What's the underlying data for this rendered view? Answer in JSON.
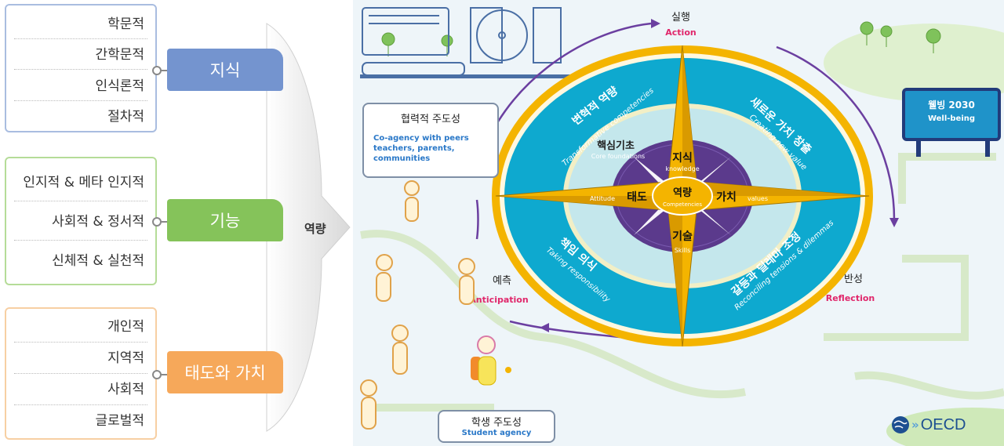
{
  "left_panel": {
    "groups": [
      {
        "tag": "지식",
        "color": "#7494cf",
        "border": "#a9bde0",
        "items": [
          "학문적",
          "간학문적",
          "인식론적",
          "절차적"
        ]
      },
      {
        "tag": "기능",
        "color": "#85c35a",
        "border": "#b5dc98",
        "items": [
          "인지적 & 메타 인지적",
          "사회적 & 정서적",
          "신체적 & 실천적"
        ]
      },
      {
        "tag": "태도와 가치",
        "color": "#f6a85a",
        "border": "#f7cfa3",
        "items": [
          "개인적",
          "지역적",
          "사회적",
          "글로벌적"
        ]
      }
    ],
    "arrow_label": "역량"
  },
  "compass": {
    "center_ko": "역량",
    "center_en": "Competencies",
    "north_ko": "지식",
    "north_en": "knowledge",
    "west_ko": "태도",
    "west_en": "Attitude",
    "east_ko": "가치",
    "east_en": "values",
    "south_ko": "기술",
    "south_en": "Skills",
    "core_ko": "핵심기초",
    "core_en": "Core foundations",
    "ring_tl_ko": "변혁적 역량",
    "ring_tl_en": "Transformative competencies",
    "ring_tr_ko": "새로운 가치 창출",
    "ring_tr_en": "Creating new value",
    "ring_bl_ko": "책임 의식",
    "ring_bl_en": "Taking responsibility",
    "ring_br_ko": "갈등과 딜레마 조정",
    "ring_br_en": "Reconciling tensions & dilemmas"
  },
  "cycle": {
    "action_ko": "실행",
    "action_en": "Action",
    "reflection_ko": "반성",
    "reflection_en": "Reflection",
    "anticipation_ko": "예측",
    "anticipation_en": "Anticipation"
  },
  "coagency": {
    "title": "협력적 주도성",
    "line1": "Co-agency with peers",
    "line2": "teachers, parents,",
    "line3": "communities"
  },
  "student": {
    "title": "학생 주도성",
    "subtitle": "Student agency"
  },
  "wellbeing": {
    "title": "웰빙 2030",
    "subtitle": "Well-being"
  },
  "logo": {
    "text": "OECD"
  }
}
